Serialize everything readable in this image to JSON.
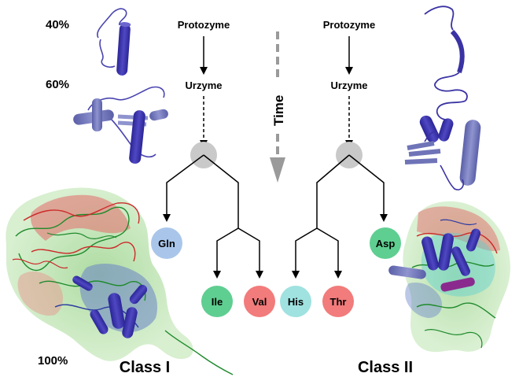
{
  "percent_labels": {
    "forty": "40%",
    "sixty": "60%",
    "hundred": "100%"
  },
  "class_I": {
    "title": "Class I",
    "top_node": "Protozyme",
    "mid_node": "Urzyme",
    "leaves": [
      {
        "label": "Gln",
        "color": "#a9c6ea"
      },
      {
        "label": "Ile",
        "color": "#5fce91"
      },
      {
        "label": "Val",
        "color": "#f27b7b"
      }
    ]
  },
  "class_II": {
    "title": "Class II",
    "top_node": "Protozyme",
    "mid_node": "Urzyme",
    "leaves": [
      {
        "label": "Asp",
        "color": "#5fce91"
      },
      {
        "label": "His",
        "color": "#9fe2e0"
      },
      {
        "label": "Thr",
        "color": "#f27b7b"
      }
    ]
  },
  "time_axis": {
    "label": "Time",
    "color": "#9a9a9a"
  },
  "colors": {
    "protein_blue": "#3a33a3",
    "protein_light": "#6f74b8",
    "surface_green": "#98d487",
    "surface_red": "#e46a6a",
    "branch_node": "#c9c9c9"
  },
  "icons": [
    "protein-cartoon",
    "protein-surface",
    "time-arrow"
  ]
}
